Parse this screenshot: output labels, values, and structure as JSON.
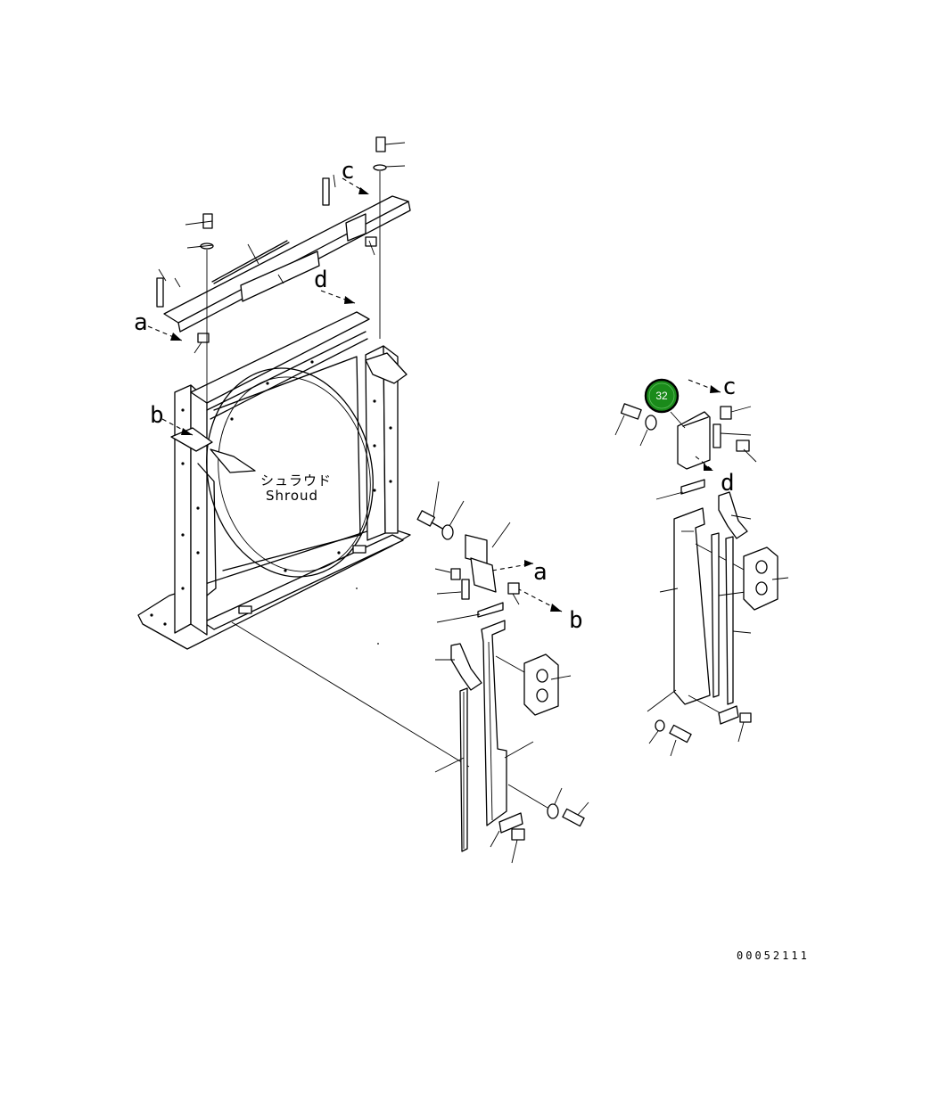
{
  "callouts": {
    "a_top": "a",
    "b_top": "b",
    "c_top": "c",
    "d_top": "d",
    "a_mid": "a",
    "b_mid": "b",
    "c_right": "c",
    "d_right": "d"
  },
  "shroud_label": {
    "japanese": "シュラウド",
    "english": "Shroud"
  },
  "badge": {
    "number": "32",
    "color": "#1a8a1a"
  },
  "drawing_code": "00052111"
}
